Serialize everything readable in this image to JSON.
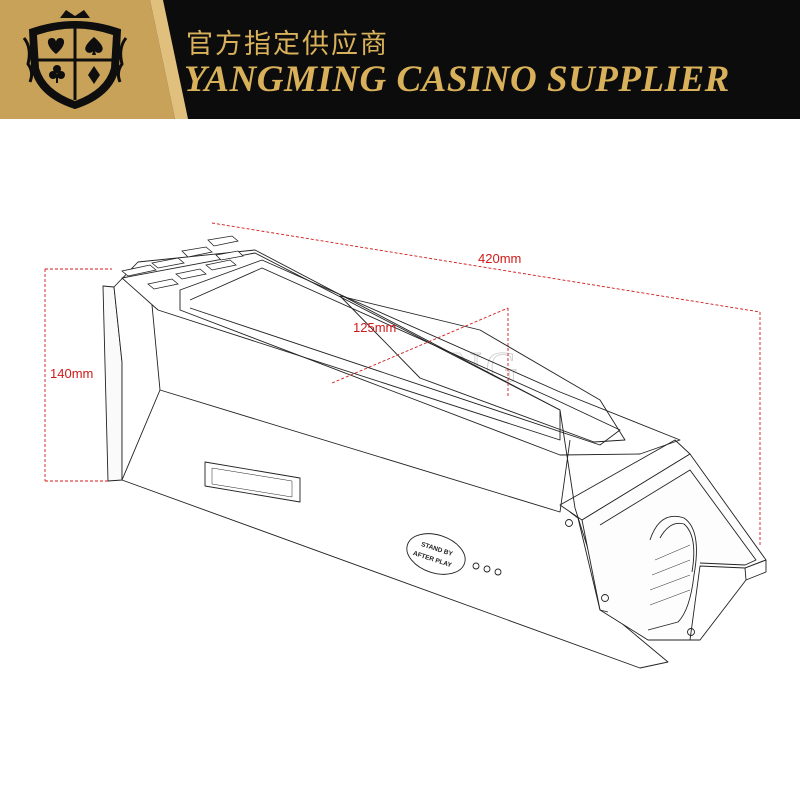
{
  "header": {
    "title_cn": "官方指定供应商",
    "title_en": "YANGMING CASINO SUPPLIER",
    "gold_color": "#d9b15a",
    "background_color": "#0c0c0c",
    "logo": "playing-card-suits-shield-logo"
  },
  "diagram": {
    "subject": "card-shoe-line-drawing",
    "watermark": "YANGMING",
    "dimension_color": "#d11a1a",
    "dimensions": {
      "length": "420mm",
      "width": "125mm",
      "height": "140mm"
    },
    "stamp_line1": "STAND BY",
    "stamp_line2": "AFTER PLAY"
  }
}
